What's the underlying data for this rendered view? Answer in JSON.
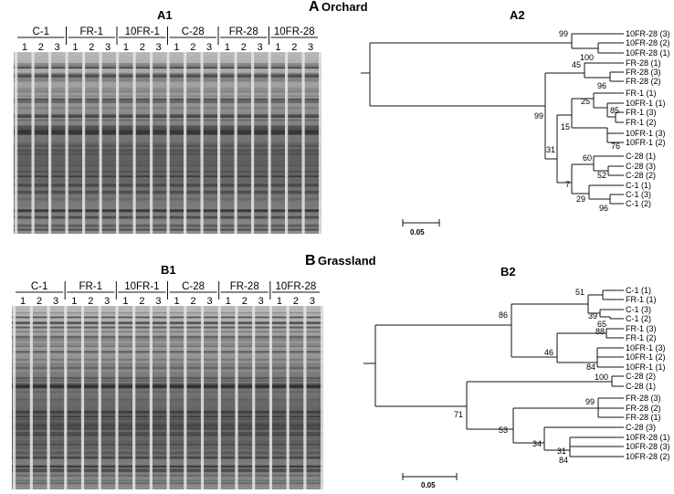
{
  "sections": [
    {
      "id": "A",
      "letter": "A",
      "title": "Orchard",
      "gel_label": "A1",
      "tree_label": "A2",
      "groups": [
        "C-1",
        "FR-1",
        "10FR-1",
        "C-28",
        "FR-28",
        "10FR-28"
      ],
      "lanes": [
        "1",
        "2",
        "3"
      ],
      "scale_label": "0.05",
      "leaves": [
        "10FR-28 (3)",
        "10FR-28 (2)",
        "10FR-28 (1)",
        "FR-28 (1)",
        "FR-28 (3)",
        "FR-28 (2)",
        "FR-1 (1)",
        "10FR-1 (1)",
        "FR-1 (3)",
        "FR-1 (2)",
        "10FR-1 (3)",
        "10FR-1 (2)",
        "C-28 (1)",
        "C-28 (3)",
        "C-28 (2)",
        "C-1 (1)",
        "C-1 (3)",
        "C-1 (2)"
      ],
      "bootstrap": [
        "99",
        "100",
        "45",
        "96",
        "25",
        "85",
        "99",
        "15",
        "76",
        "31",
        "60",
        "52",
        "7",
        "29",
        "96"
      ]
    },
    {
      "id": "B",
      "letter": "B",
      "title": "Grassland",
      "gel_label": "B1",
      "tree_label": "B2",
      "groups": [
        "C-1",
        "FR-1",
        "10FR-1",
        "C-28",
        "FR-28",
        "10FR-28"
      ],
      "lanes": [
        "1",
        "2",
        "3"
      ],
      "scale_label": "0.05",
      "leaves": [
        "C-1 (1)",
        "FR-1 (1)",
        "C-1 (3)",
        "C-1 (2)",
        "FR-1 (3)",
        "FR-1 (2)",
        "10FR-1 (3)",
        "10FR-1 (2)",
        "10FR-1 (1)",
        "C-28 (2)",
        "C-28 (1)",
        "FR-28 (3)",
        "FR-28 (2)",
        "FR-28 (1)",
        "C-28 (3)",
        "10FR-28 (1)",
        "10FR-28 (3)",
        "10FR-28 (2)"
      ],
      "bootstrap": [
        "51",
        "39",
        "65",
        "86",
        "88",
        "46",
        "84",
        "100",
        "71",
        "99",
        "53",
        "34",
        "31",
        "84"
      ]
    }
  ],
  "colors": {
    "ink": "#111111",
    "gel_dark": "#3a3a3a",
    "gel_light": "#d8d8d8"
  }
}
